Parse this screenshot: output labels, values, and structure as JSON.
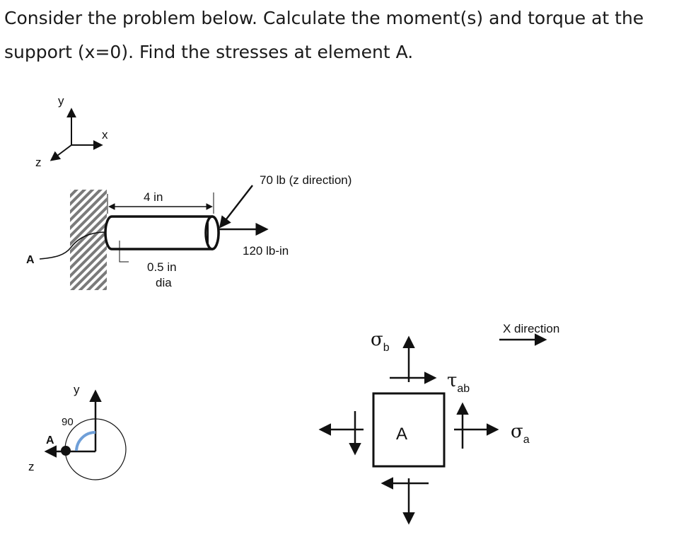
{
  "question": {
    "text": "Consider the problem below. Calculate the moment(s) and torque at the support (x=0). Find the stresses at element A."
  },
  "diagram": {
    "axes_top": {
      "y": "y",
      "x": "x",
      "z": "z"
    },
    "point_label": "A",
    "length_label": "4 in",
    "force_label": "70 lb (z direction)",
    "torque_label": "120 lb-in",
    "diameter_label_1": "0.5 in",
    "diameter_label_2": "dia"
  },
  "cross_section": {
    "y": "y",
    "z": "z",
    "angle": "90",
    "point": "A"
  },
  "stress_element": {
    "element": "A",
    "sigma_b": "σ",
    "sigma_b_sub": "b",
    "tau_ab": "τ",
    "tau_ab_sub": "ab",
    "sigma_a": "σ",
    "sigma_a_sub": "a",
    "x_direction": "X direction"
  },
  "colors": {
    "ink": "#111111",
    "accent": "#6f9fd8",
    "hatch": "#777777"
  }
}
